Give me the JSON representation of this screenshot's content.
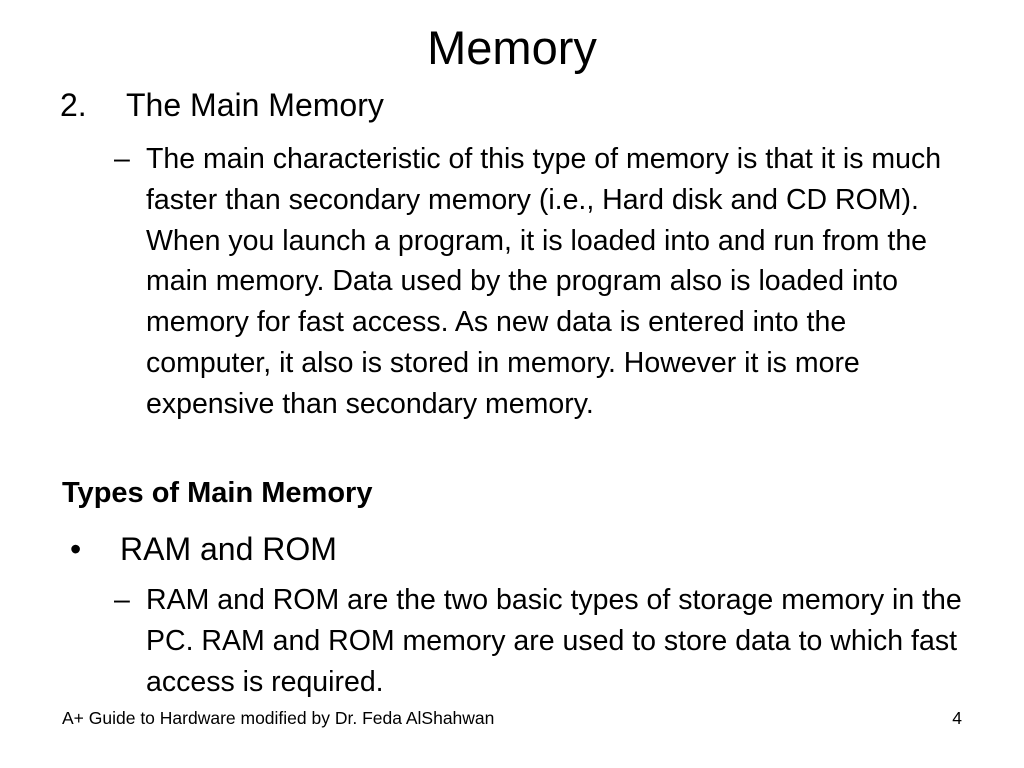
{
  "slide": {
    "title": "Memory",
    "item_1": {
      "number": "2.",
      "label": "The Main Memory",
      "sub_dash": "–",
      "sub_text": "The main characteristic of this type of memory is that it is much faster than secondary memory (i.e., Hard disk and CD ROM). When you launch a program, it is loaded into and run from the main memory. Data used by the program also is loaded into memory for fast access. As new data is entered into the computer, it also is stored in memory. However it is more expensive than secondary memory."
    },
    "heading": "Types of Main Memory",
    "item_2": {
      "bullet": "•",
      "label": "RAM and ROM",
      "sub_dash": "–",
      "sub_text": "RAM and ROM are the two basic types of storage memory in the PC. RAM and ROM memory are used to store data to which fast access is required."
    }
  },
  "footer": {
    "left": "A+ Guide to Hardware modified by Dr. Feda AlShahwan",
    "page_number": "4"
  }
}
